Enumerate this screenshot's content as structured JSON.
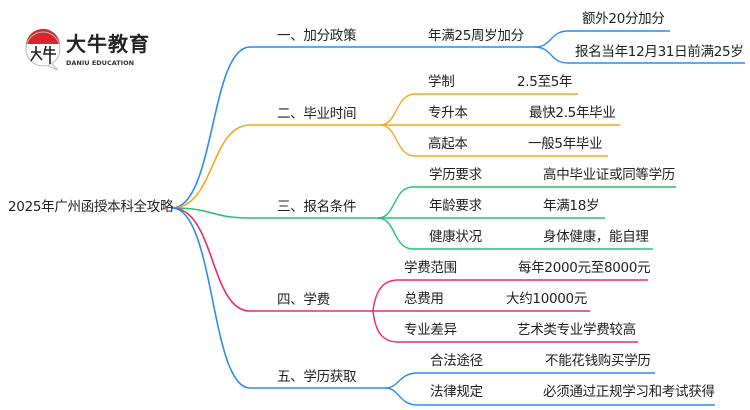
{
  "logo": {
    "name_cn": "大牛教育",
    "name_en": "DANIU EDUCATION",
    "mark_text": "大牛"
  },
  "root": "2025年广州函授本科全攻略",
  "colors": {
    "b1": "#2a8bf2",
    "b2": "#f4a81c",
    "b3": "#25c26e",
    "b4": "#f2266f",
    "b5": "#2a8bf2"
  },
  "branches": [
    {
      "label": "一、加分政策",
      "children": [
        {
          "label": "年满25周岁加分",
          "children": [
            "额外20分加分",
            "报名当年12月31日前满25岁"
          ]
        }
      ]
    },
    {
      "label": "二、毕业时间",
      "children": [
        {
          "label": "学制",
          "value": "2.5至5年"
        },
        {
          "label": "专升本",
          "value": "最快2.5年毕业"
        },
        {
          "label": "高起本",
          "value": "一般5年毕业"
        }
      ]
    },
    {
      "label": "三、报名条件",
      "children": [
        {
          "label": "学历要求",
          "value": "高中毕业证或同等学历"
        },
        {
          "label": "年龄要求",
          "value": "年满18岁"
        },
        {
          "label": "健康状况",
          "value": "身体健康，能自理"
        }
      ]
    },
    {
      "label": "四、学费",
      "children": [
        {
          "label": "学费范围",
          "value": "每年2000元至8000元"
        },
        {
          "label": "总费用",
          "value": "大约10000元"
        },
        {
          "label": "专业差异",
          "value": "艺术类专业学费较高"
        }
      ]
    },
    {
      "label": "五、学历获取",
      "children": [
        {
          "label": "合法途径",
          "value": "不能花钱购买学历"
        },
        {
          "label": "法律规定",
          "value": "必须通过正规学习和考试获得"
        }
      ]
    }
  ]
}
